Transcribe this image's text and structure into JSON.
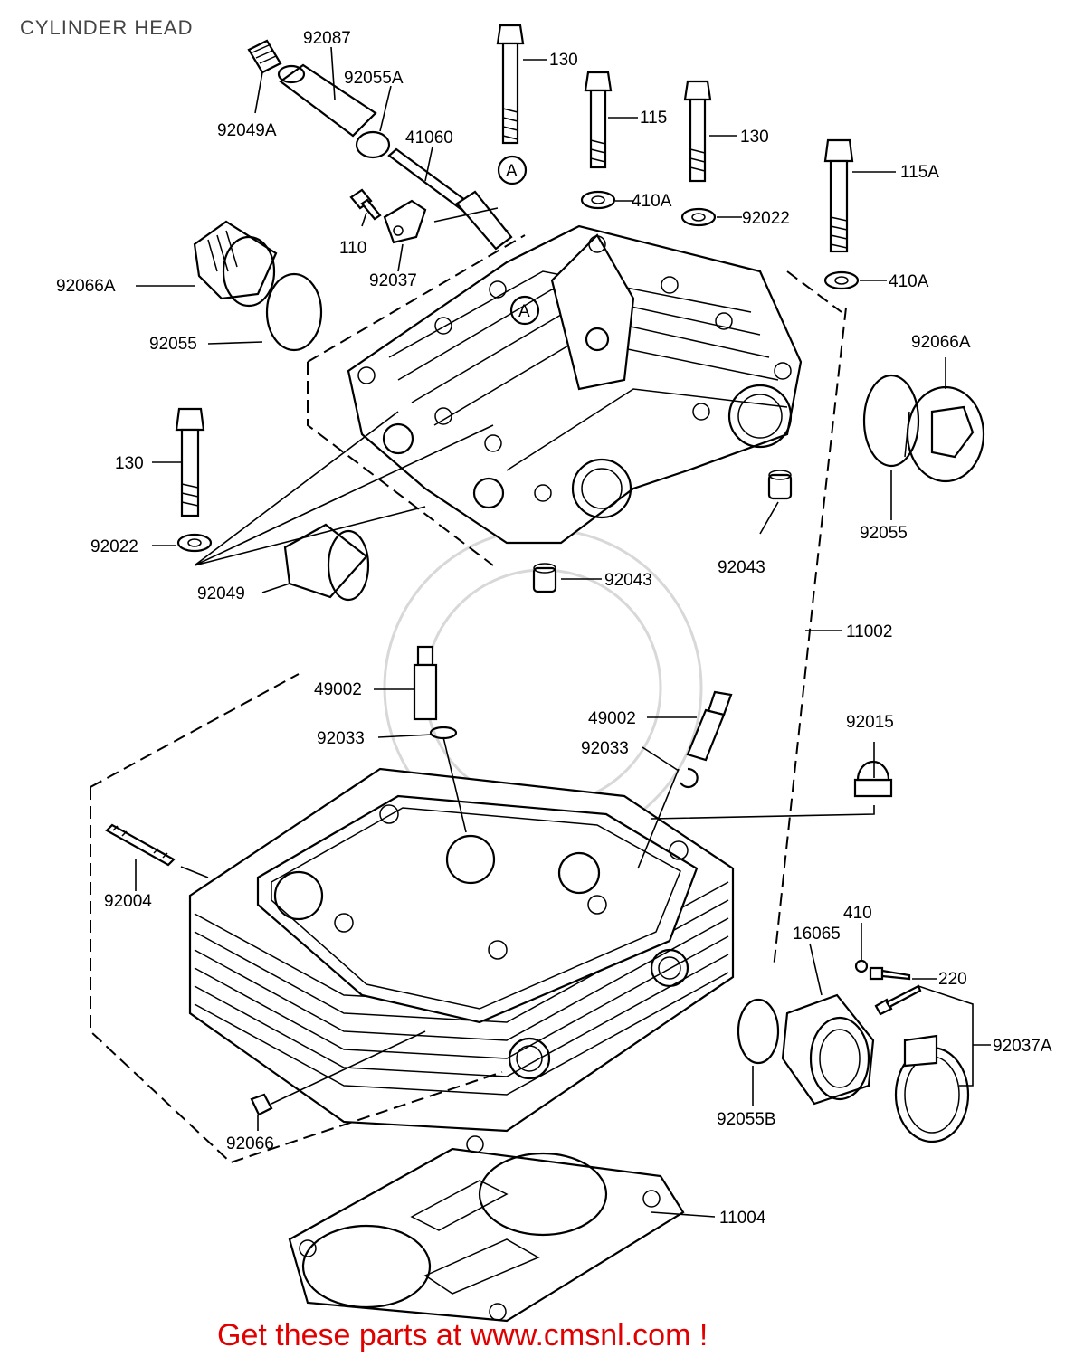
{
  "title": "CYLINDER HEAD",
  "footer": "Get these parts at www.cmsnl.com !",
  "callout_letter": "A",
  "labels": {
    "p92087": "92087",
    "p92055A": "92055A",
    "p92049A": "92049A",
    "p41060": "41060",
    "p130a": "130",
    "p115": "115",
    "p130b": "130",
    "p115A": "115A",
    "p410Aa": "410A",
    "p92022a": "92022",
    "p410Ab": "410A",
    "p110": "110",
    "p92037": "92037",
    "p92066Aa": "92066A",
    "p92055a": "92055",
    "p92066Ab": "92066A",
    "p92055b": "92055",
    "p130c": "130",
    "p92022b": "92022",
    "p92049": "92049",
    "p92043a": "92043",
    "p92043b": "92043",
    "p11002": "11002",
    "p49002a": "49002",
    "p92033a": "92033",
    "p49002b": "49002",
    "p92033b": "92033",
    "p92015": "92015",
    "p92004": "92004",
    "p410": "410",
    "p16065": "16065",
    "p220": "220",
    "p92037A": "92037A",
    "p92055B": "92055B",
    "p92066": "92066",
    "p11004": "11004"
  }
}
